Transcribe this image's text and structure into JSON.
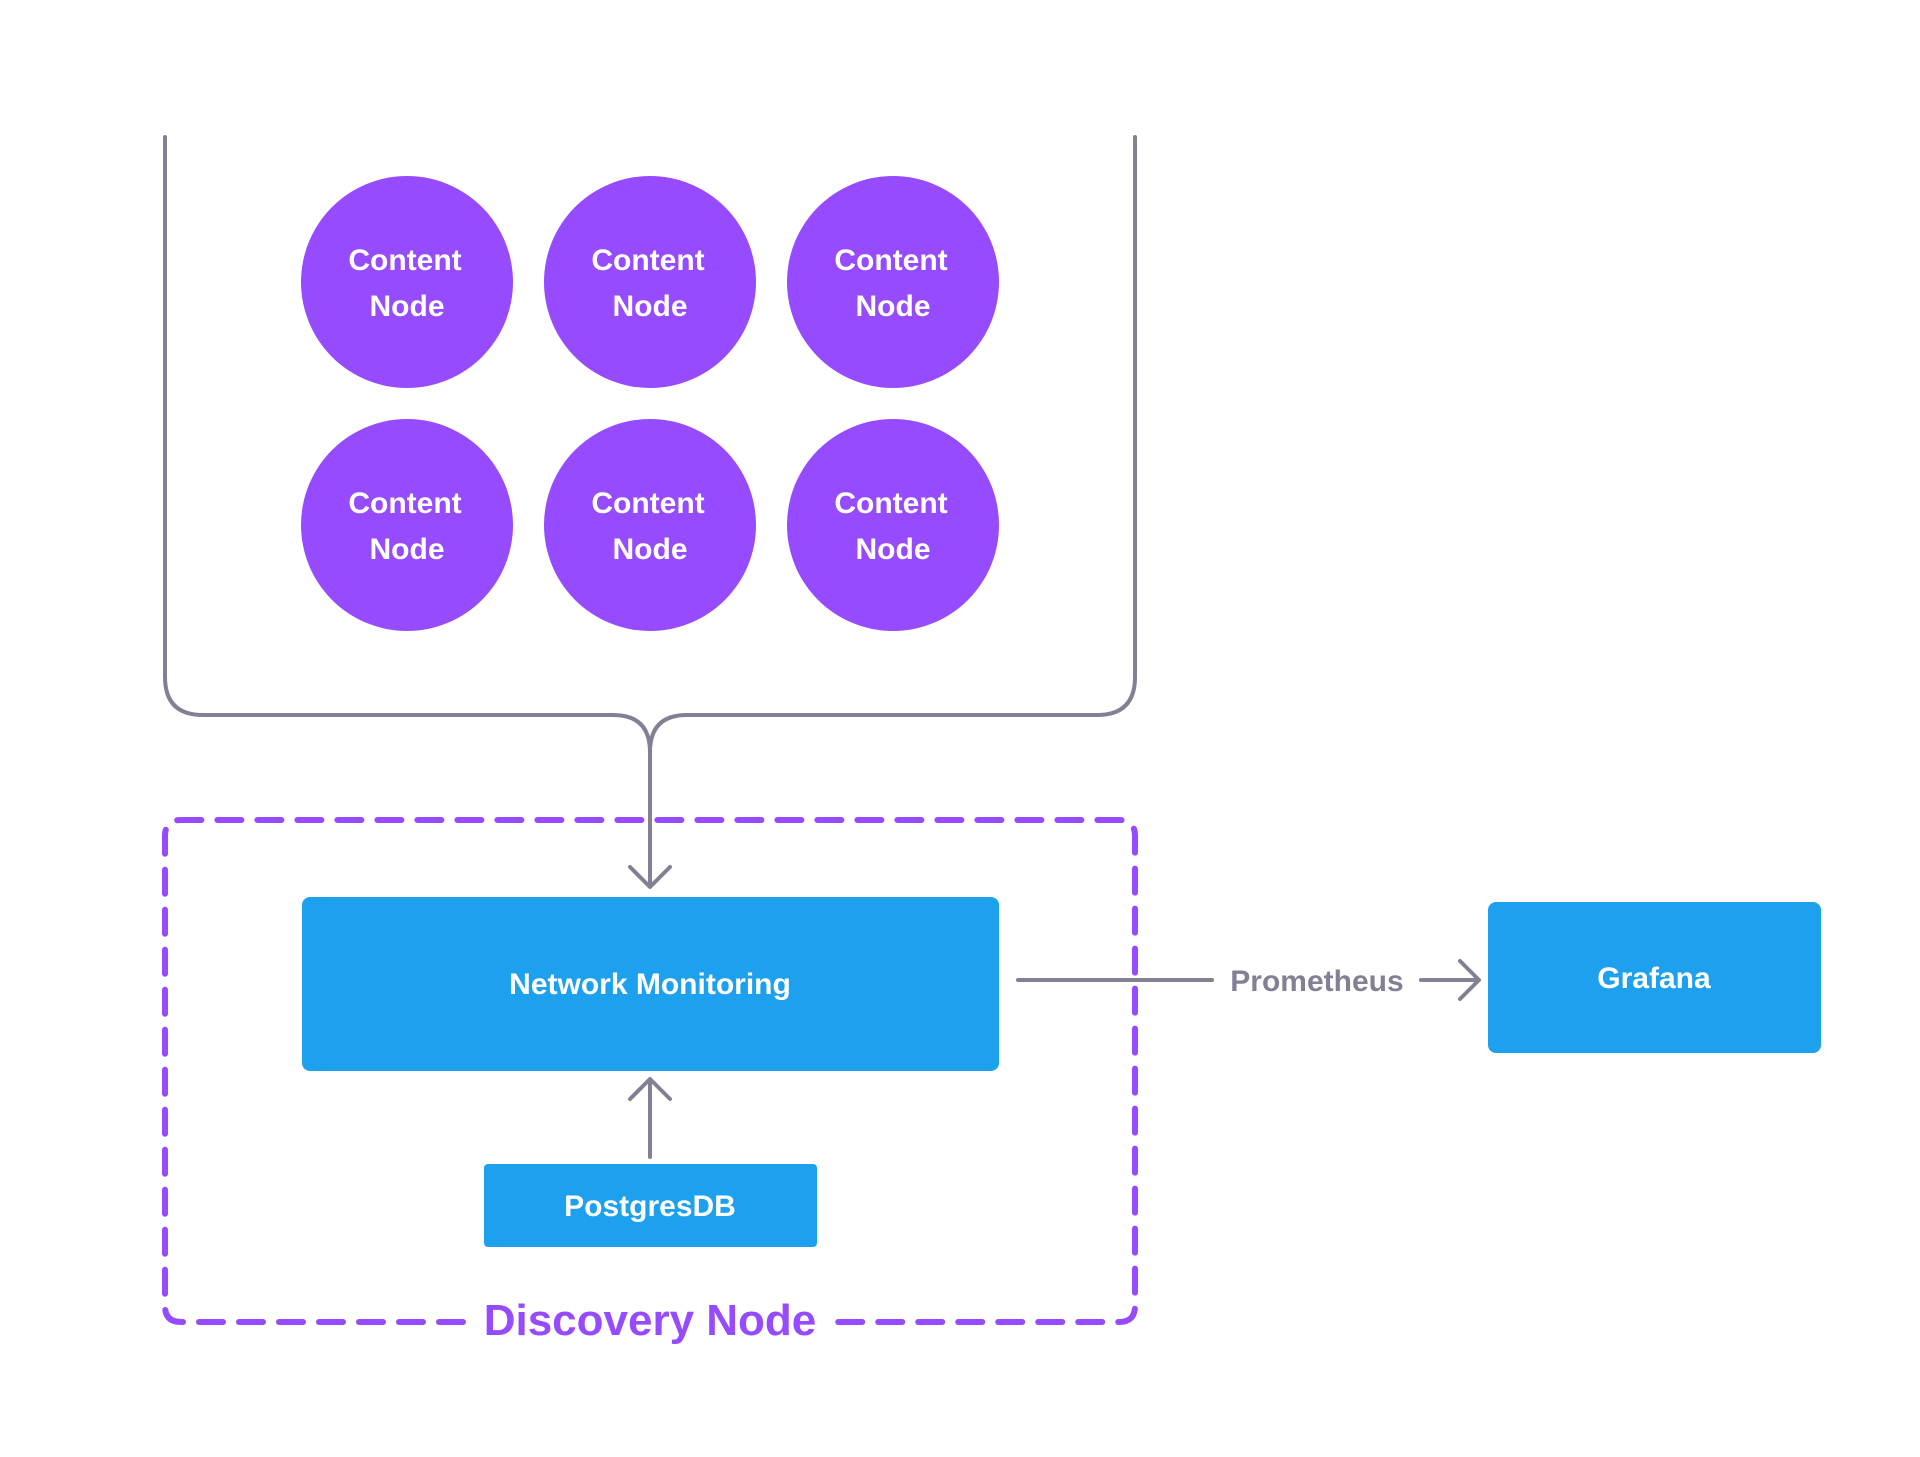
{
  "content_nodes": [
    {
      "line1": "Content",
      "line2": "Node"
    },
    {
      "line1": "Content",
      "line2": "Node"
    },
    {
      "line1": "Content",
      "line2": "Node"
    },
    {
      "line1": "Content",
      "line2": "Node"
    },
    {
      "line1": "Content",
      "line2": "Node"
    },
    {
      "line1": "Content",
      "line2": "Node"
    }
  ],
  "discovery_node": {
    "label": "Discovery Node",
    "network_monitoring": "Network Monitoring",
    "postgres": "PostgresDB"
  },
  "edge_label": "Prometheus",
  "grafana": "Grafana",
  "colors": {
    "content_node": "#964bff",
    "service_box": "#1da1ee",
    "discovery_border": "#964bff",
    "connector": "#857f95",
    "edge_label": "#857f95"
  }
}
